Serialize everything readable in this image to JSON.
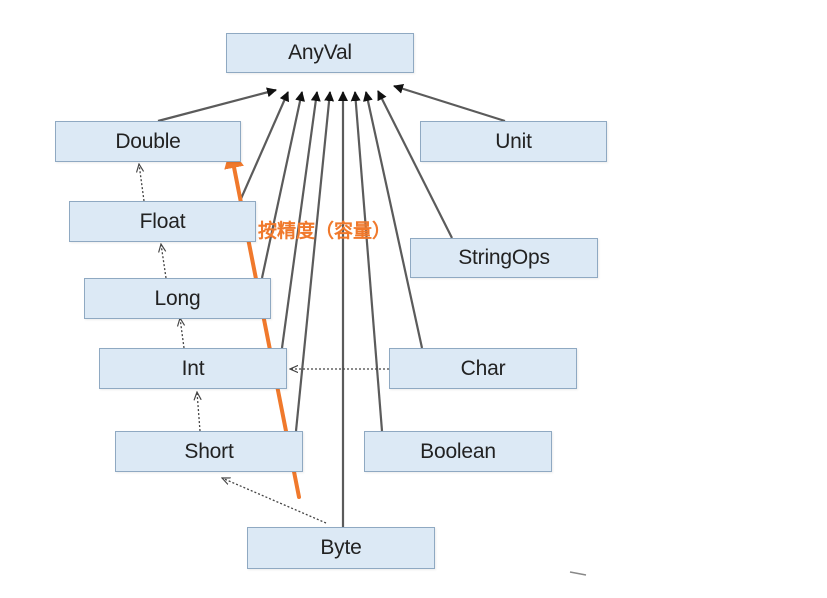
{
  "nodes": {
    "anyval": "AnyVal",
    "double": "Double",
    "unit": "Unit",
    "float": "Float",
    "stringops": "StringOps",
    "long": "Long",
    "int": "Int",
    "char": "Char",
    "short": "Short",
    "boolean": "Boolean",
    "byte": "Byte"
  },
  "annotation": "按精度（容量）",
  "edges": {
    "inheritance_to_anyval": [
      "Double",
      "Float",
      "Long",
      "Int",
      "Short",
      "Byte",
      "Boolean",
      "Char",
      "StringOps",
      "Unit"
    ],
    "implicit_conversion": [
      [
        "Byte",
        "Short"
      ],
      [
        "Short",
        "Int"
      ],
      [
        "Char",
        "Int"
      ],
      [
        "Int",
        "Long"
      ],
      [
        "Long",
        "Float"
      ],
      [
        "Float",
        "Double"
      ]
    ]
  },
  "colors": {
    "node_fill": "#dce9f5",
    "node_border": "#8fa9c2",
    "line": "#5b5b5b",
    "annotation": "#f0792c"
  }
}
